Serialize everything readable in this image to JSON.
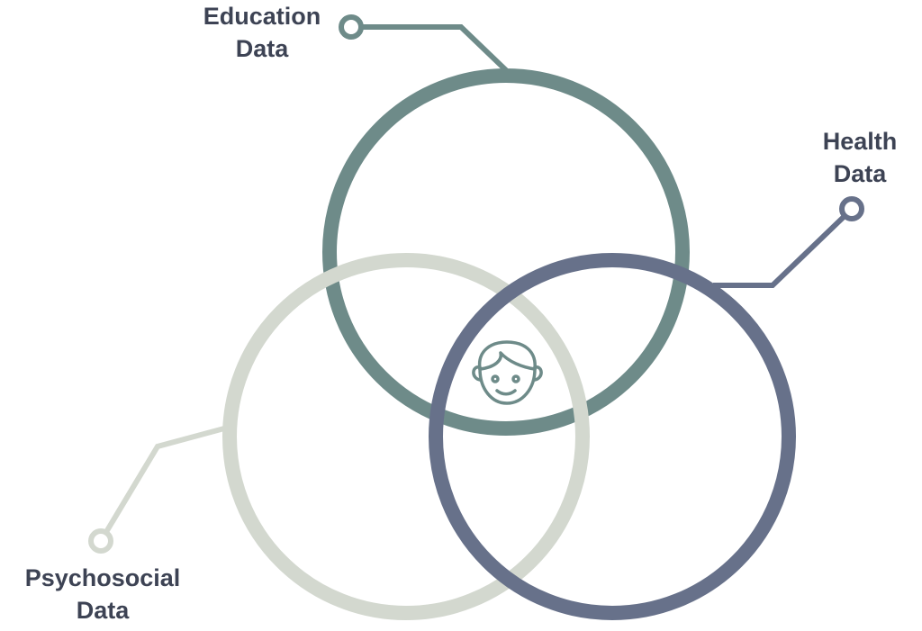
{
  "labels": {
    "education": [
      "Education",
      "Data"
    ],
    "health": [
      "Health",
      "Data"
    ],
    "psychosocial": [
      "Psychosocial",
      "Data"
    ]
  },
  "center_icon": "child-face-icon",
  "colors": {
    "education": "#6e8b89",
    "health": "#67718a",
    "psychosocial": "#d3d8cf",
    "text": "#3d4354"
  }
}
